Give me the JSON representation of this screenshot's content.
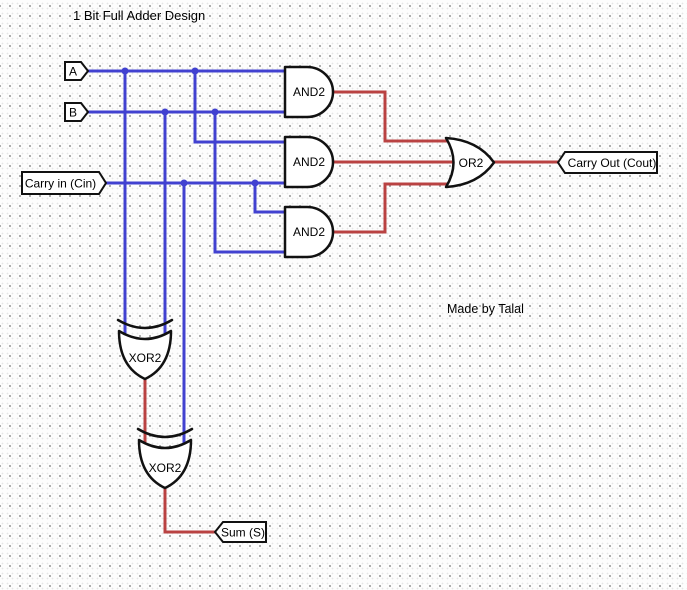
{
  "title": "1 Bit Full Adder Design",
  "credit": "Made by Talal",
  "colors": {
    "wire_blue": "#4141d0",
    "wire_red": "#b94242",
    "gate_stroke": "#111111",
    "tag_fill": "#ffffff"
  },
  "ports": {
    "input_a": "A",
    "input_b": "B",
    "carry_in": "Carry in (Cin)",
    "carry_out": "Carry Out (Cout)",
    "sum": "Sum (S)"
  },
  "gates": {
    "and1": "AND2",
    "and2": "AND2",
    "and3": "AND2",
    "or1": "OR2",
    "xor1": "XOR2",
    "xor2": "XOR2"
  }
}
